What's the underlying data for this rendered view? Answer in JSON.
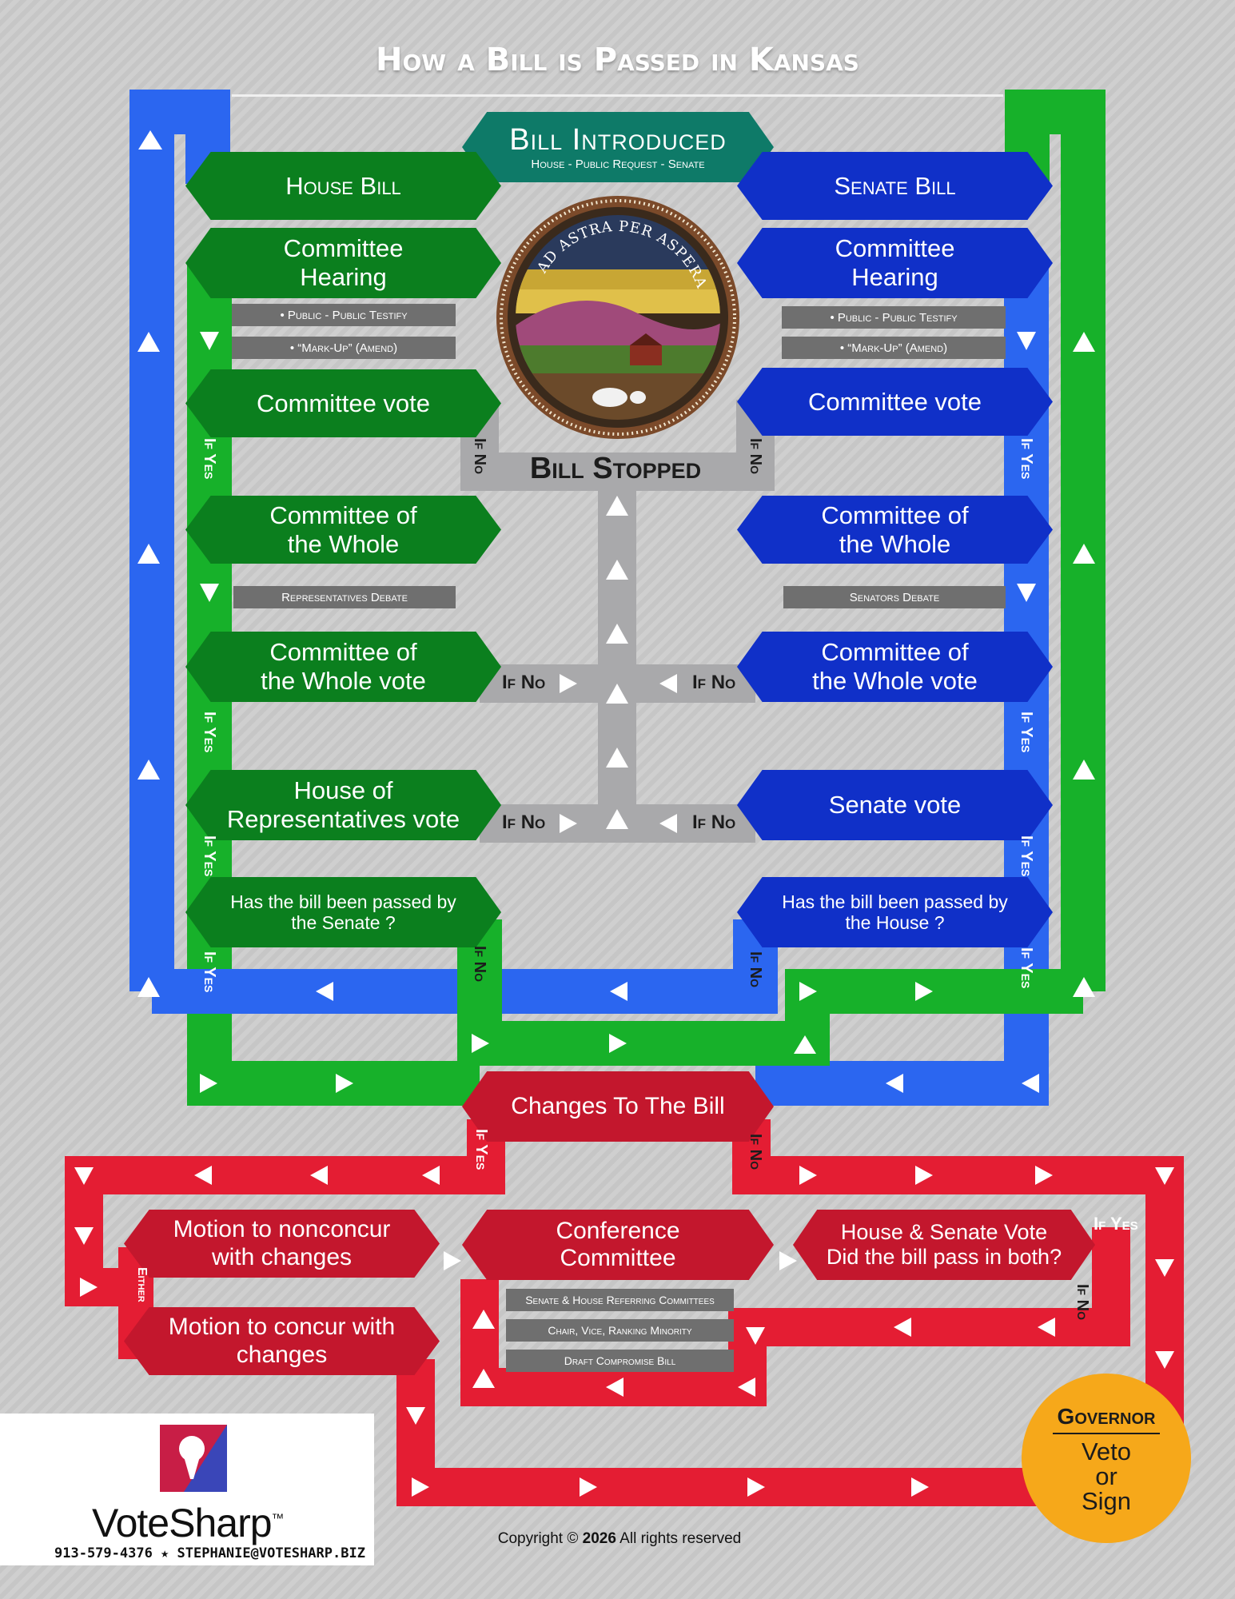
{
  "title": "How a Bill is Passed in Kansas",
  "colors": {
    "house_green": "#0b7f1e",
    "senate_blue": "#1030c8",
    "changes_red": "#c3172d",
    "intro_teal": "#0e7a68",
    "stopped_gray": "#a9a9ab",
    "governor_gold": "#f6a81a"
  },
  "intro": {
    "title": "Bill Introduced",
    "subtitle": "House - Public Request - Senate"
  },
  "seal": {
    "motto": "AD ASTRA PER ASPERA",
    "icon": "kansas-state-seal"
  },
  "house": {
    "bill": "House Bill",
    "hearing": "Committee Hearing",
    "hearing_notes": [
      "• Public - Public Testify",
      "• “Mark-Up” (Amend)"
    ],
    "vote": "Committee vote",
    "whole": "Committee of the Whole",
    "debate": "Representatives Debate",
    "whole_vote": "Committee of the Whole vote",
    "floor_vote": "House of Representatives vote",
    "passed_other": "Has the bill been passed by the Senate ?"
  },
  "senate": {
    "bill": "Senate Bill",
    "hearing": "Committee Hearing",
    "hearing_notes": [
      "• Public - Public Testify",
      "• “Mark-Up” (Amend)"
    ],
    "vote": "Committee vote",
    "whole": "Committee of the Whole",
    "debate": "Senators Debate",
    "whole_vote": "Committee of the Whole vote",
    "floor_vote": "Senate vote",
    "passed_other": "Has the bill been passed by the House ?"
  },
  "stopped": "Bill Stopped",
  "labels": {
    "if_yes": "If Yes",
    "if_no": "If No",
    "either": "Either"
  },
  "changes": "Changes To The Bill",
  "nonconcur": "Motion to nonconcur with changes",
  "concur": "Motion to concur with changes",
  "conference": {
    "title": "Conference Committee",
    "notes": [
      "Senate & House Referring Committees",
      "Chair, Vice, Ranking Minority",
      "Draft Compromise Bill"
    ]
  },
  "both_vote": "House & Senate Vote Did the bill pass in both?",
  "governor": {
    "title": "Governor",
    "action": "Veto or Sign"
  },
  "brand": {
    "name": "VoteSharp",
    "tm": "™",
    "contact": "913-579-4376 ★ STEPHANIE@VOTESHARP.BIZ"
  },
  "copyright": {
    "prefix": "Copyright ©",
    "year": "2026",
    "suffix": "All rights reserved"
  }
}
